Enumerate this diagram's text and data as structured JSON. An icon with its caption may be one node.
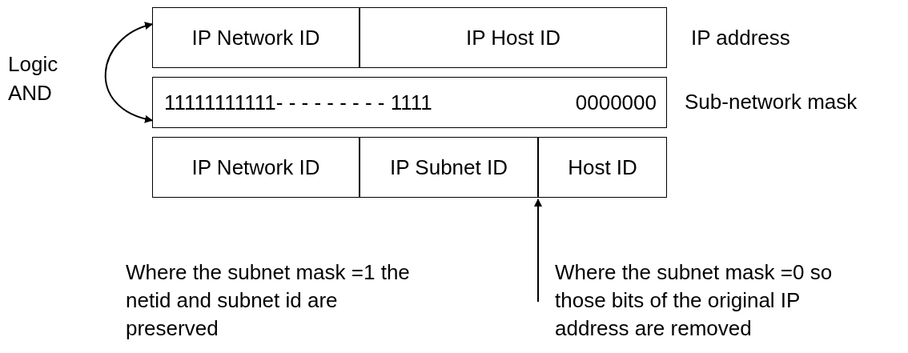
{
  "diagram": {
    "nodes": [
      {
        "text": [
          "IP Network ID"
        ]
      },
      {
        "text": [
          "IP Host ID"
        ]
      },
      {
        "text": [
          "11111111111- - - - - - - - - 1111",
          "0000000"
        ]
      },
      {
        "text": [
          "IP Network ID"
        ]
      },
      {
        "text": [
          "IP Subnet ID"
        ]
      },
      {
        "text": [
          "Host ID"
        ]
      }
    ],
    "edges": [
      {
        "from": 0,
        "to": 2,
        "arrow": "both",
        "label": "Logic AND"
      },
      {
        "from": null,
        "to": 5,
        "arrow": "to"
      }
    ],
    "labels": [
      "IP address",
      "Sub-network mask",
      "Where the subnet mask =1 the netid and subnet id are preserved",
      "Where the subnet mask =0 so those bits of the original IP address are removed"
    ]
  }
}
